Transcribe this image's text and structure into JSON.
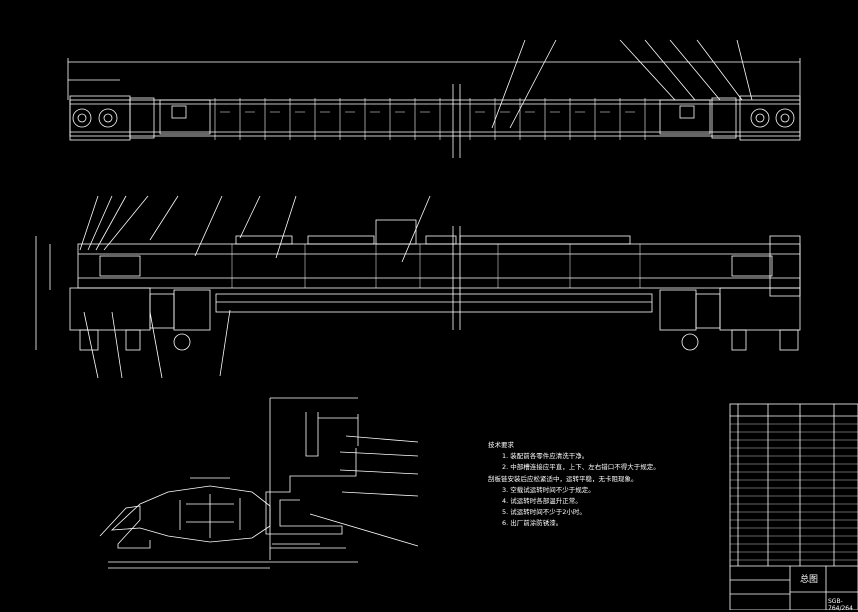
{
  "drawing": {
    "notes_heading": "技术要求",
    "notes": [
      "1. 装配前各零件应清洗干净。",
      "2. 中部槽连接应平直，上下、左右错口不得大于规定。",
      "刮板链安装后应松紧适中，运转平稳，无卡阻现象。",
      "3. 空载试运转时间不少于规定。",
      "4. 试运转时各部温升正常。",
      "5. 试运转时间不少于2小时。",
      "6. 出厂前涂防锈漆。"
    ],
    "title_block": {
      "name": "总图",
      "drawing_no": "SGB-764/264"
    }
  }
}
